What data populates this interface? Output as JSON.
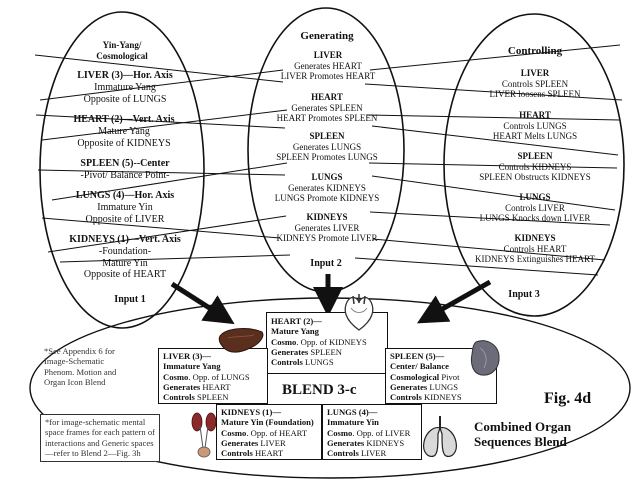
{
  "left_circle": {
    "title_line1": "Yin-Yang/",
    "title_line2": "Cosmological",
    "entries": [
      {
        "head": "LIVER (3)—Hor. Axis",
        "lines": [
          "Immature Yang",
          "Opposite of LUNGS"
        ]
      },
      {
        "head": "HEART (2)—Vert. Axis",
        "lines": [
          "Mature Yang",
          "Opposite of KIDNEYS"
        ]
      },
      {
        "head": "SPLEEN (5)--Center",
        "lines": [
          "-Pivot/ Balance Point-"
        ]
      },
      {
        "head": "LUNGS (4)—Hor. Axis",
        "lines": [
          "Immature Yin",
          "Opposite of LIVER"
        ]
      },
      {
        "head": "KIDNEYS (1)—Vert. Axis",
        "lines": [
          "-Foundation-",
          "Mature Yin",
          "Opposite of HEART"
        ]
      }
    ],
    "input": "Input 1"
  },
  "center_circle": {
    "title": "Generating",
    "entries": [
      {
        "head": "LIVER",
        "lines": [
          "Generates HEART",
          "LIVER Promotes HEART"
        ]
      },
      {
        "head": "HEART",
        "lines": [
          "Generates SPLEEN",
          "HEART Promotes SPLEEN"
        ]
      },
      {
        "head": "SPLEEN",
        "lines": [
          "Generates LUNGS",
          "SPLEEN Promotes LUNGS"
        ]
      },
      {
        "head": "LUNGS",
        "lines": [
          "Generates KIDNEYS",
          "LUNGS Promote KIDNEYS"
        ]
      },
      {
        "head": "KIDNEYS",
        "lines": [
          "Generates LIVER",
          "KIDNEYS Promote LIVER"
        ]
      }
    ],
    "input": "Input 2"
  },
  "right_circle": {
    "title": "Controlling",
    "entries": [
      {
        "head": "LIVER",
        "lines": [
          "Controls SPLEEN",
          "LIVER loosens SPLEEN"
        ]
      },
      {
        "head": "HEART",
        "lines": [
          "Controls LUNGS",
          "HEART Melts LUNGS"
        ]
      },
      {
        "head": "SPLEEN",
        "lines": [
          "Controls KIDNEYS",
          "SPLEEN Obstructs KIDNEYS"
        ]
      },
      {
        "head": "LUNGS",
        "lines": [
          "Controls LIVER",
          "LUNGS Knocks down LIVER"
        ]
      },
      {
        "head": "KIDNEYS",
        "lines": [
          "Controls HEART",
          "KIDNEYS Extinguishes HEART"
        ]
      }
    ],
    "input": "Input 3"
  },
  "blend": {
    "label": "BLEND 3-c",
    "heart": {
      "l1": "HEART (2)—",
      "l2": "Mature Yang",
      "l3b": "Cosmo",
      "l3": ". Opp. of KIDNEYS",
      "l4b": "Generates",
      "l4": " SPLEEN",
      "l5b": "Controls",
      "l5": " LUNGS"
    },
    "liver": {
      "l1": "LIVER (3)—",
      "l2": "Immature Yang",
      "l3b": "Cosmo",
      "l3": ". Opp. of LUNGS",
      "l4b": "Generates",
      "l4": " HEART",
      "l5b": "Controls",
      "l5": " SPLEEN"
    },
    "spleen": {
      "l1": "SPLEEN (5)—",
      "l2": "Center/ Balance",
      "l3b": "Cosmological",
      "l3": " Pivot",
      "l4b": "Generates",
      "l4": " LUNGS",
      "l5b": "Controls",
      "l5": " KIDNEYS"
    },
    "kidneys": {
      "l1": "KIDNEYS (1)—",
      "l2": "Mature Yin (Foundation)",
      "l3b": "Cosmo",
      "l3": ". Opp. of HEART",
      "l4b": "Generates",
      "l4": " LIVER",
      "l5b": "Controls",
      "l5": " HEART"
    },
    "lungs": {
      "l1": "LUNGS (4)—",
      "l2": "Immature Yin",
      "l3b": "Cosmo",
      "l3": ". Opp. of LIVER",
      "l4b": "Generates",
      "l4": " KIDNEYS",
      "l5b": "Controls",
      "l5": " LIVER"
    }
  },
  "notes": {
    "appendix": [
      "*See Appendix 6 for",
      "Image-Schematic",
      "Phenom. Motion and",
      "Organ Icon Blend"
    ],
    "frames": [
      "*for image-schematic mental",
      "space frames for each pattern of",
      "interactions and Generic spaces",
      "—refer to Blend 2—Fig. 3h"
    ]
  },
  "figure_label": "Fig. 4d",
  "caption_line1": "Combined Organ",
  "caption_line2": "Sequences Blend"
}
